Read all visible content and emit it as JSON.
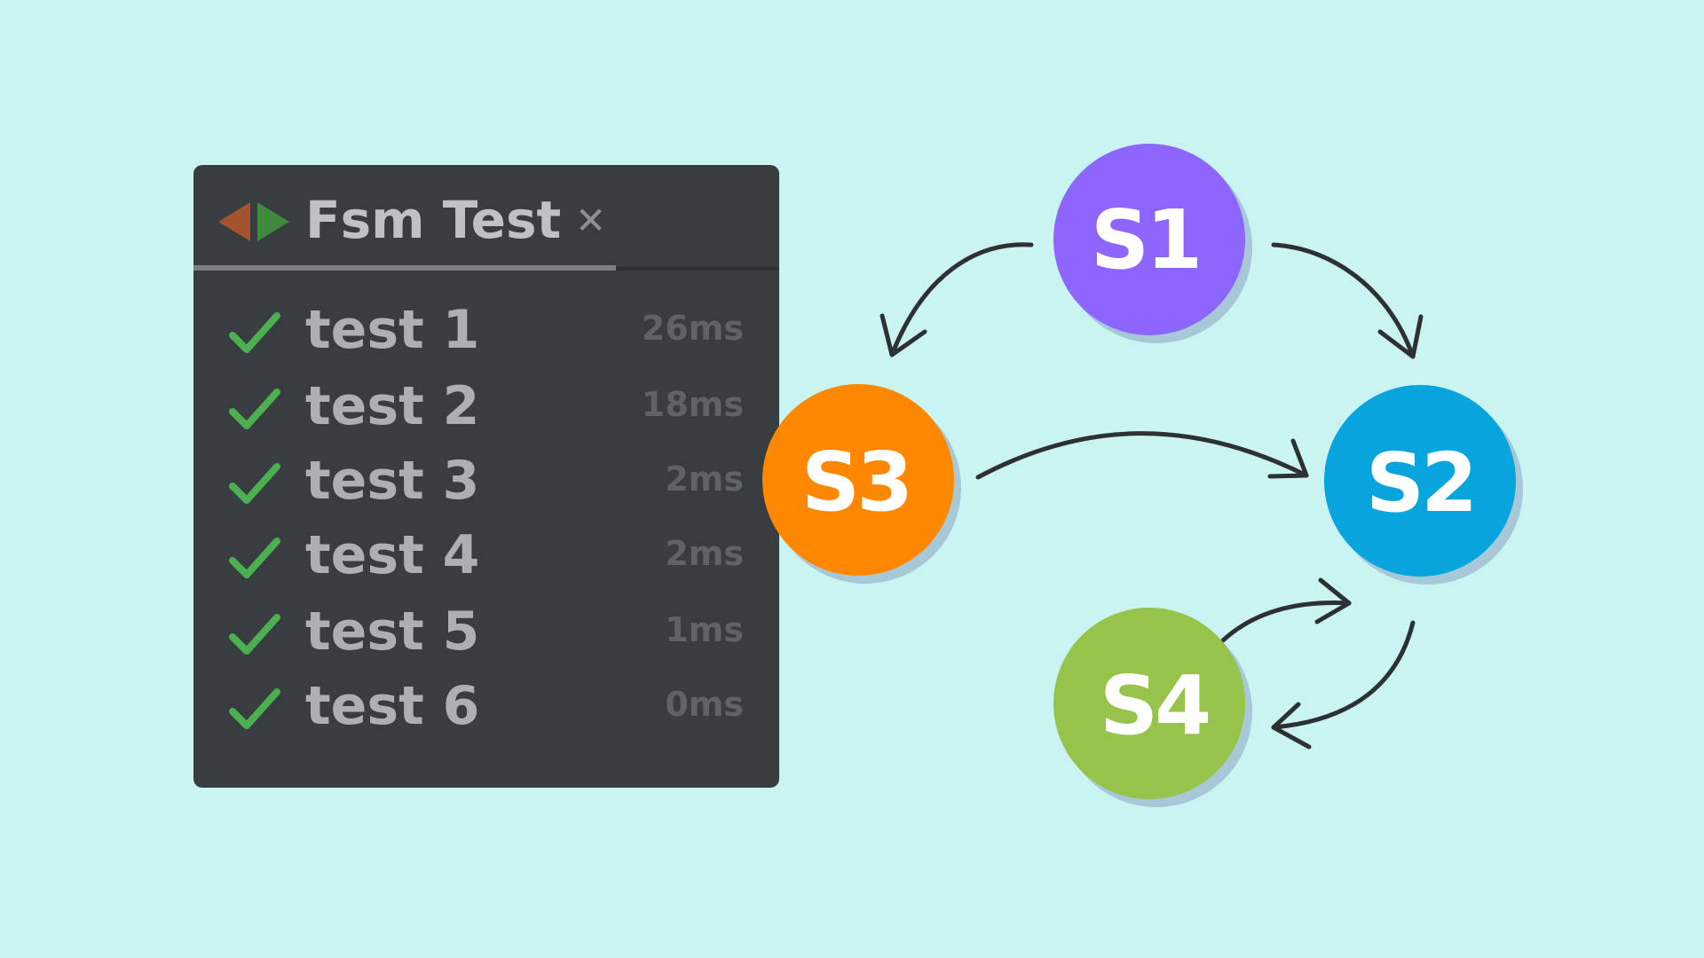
{
  "panel": {
    "title": "Fsm Test",
    "close_icon": "close-icon",
    "run_icon": "run-rerun-icon",
    "tests": [
      {
        "name": "test 1",
        "time": "26ms",
        "status": "passed"
      },
      {
        "name": "test 2",
        "time": "18ms",
        "status": "passed"
      },
      {
        "name": "test 3",
        "time": "2ms",
        "status": "passed"
      },
      {
        "name": "test 4",
        "time": "2ms",
        "status": "passed"
      },
      {
        "name": "test 5",
        "time": "1ms",
        "status": "passed"
      },
      {
        "name": "test 6",
        "time": "0ms",
        "status": "passed"
      }
    ]
  },
  "diagram": {
    "nodes": [
      {
        "id": "s1",
        "label": "S1",
        "color": "#8c66ff"
      },
      {
        "id": "s2",
        "label": "S2",
        "color": "#07a4de"
      },
      {
        "id": "s3",
        "label": "S3",
        "color": "#ff8800"
      },
      {
        "id": "s4",
        "label": "S4",
        "color": "#96c44a"
      }
    ],
    "edges": [
      {
        "from": "S1",
        "to": "S3"
      },
      {
        "from": "S1",
        "to": "S2"
      },
      {
        "from": "S3",
        "to": "S2"
      },
      {
        "from": "S4",
        "to": "S2"
      },
      {
        "from": "S2",
        "to": "S4"
      }
    ]
  },
  "colors": {
    "background": "#caf4f2",
    "panel": "#3a3d40",
    "check": "#4caf50",
    "arrow": "#2e3133"
  }
}
